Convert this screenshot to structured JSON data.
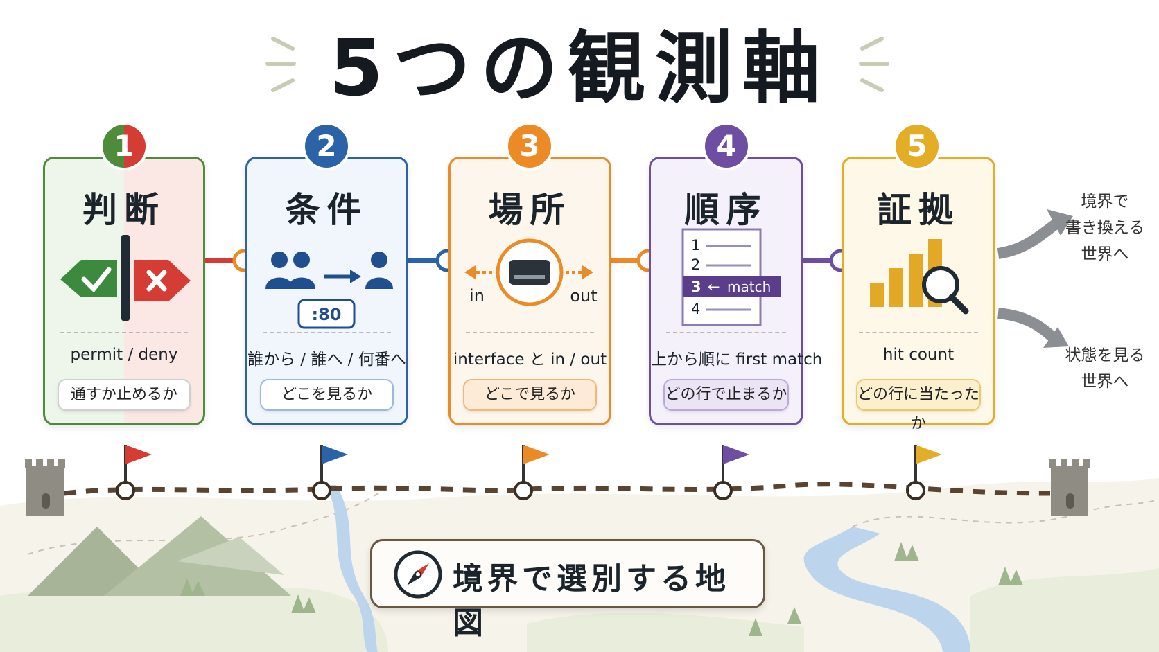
{
  "title": "5つの観測軸",
  "axes": [
    {
      "number": "1",
      "label": "判断",
      "description": "permit / deny",
      "question": "通すか止めるか",
      "color": "#d43c34",
      "color2": "#4e8c3c"
    },
    {
      "number": "2",
      "label": "条件",
      "description": "誰から / 誰へ / 何番へ",
      "question": "どこを見るか",
      "port": ":80",
      "color": "#2a63a8"
    },
    {
      "number": "3",
      "label": "場所",
      "description": "interface と in / out",
      "question": "どこで見るか",
      "in_label": "in",
      "out_label": "out",
      "color": "#ec8a25"
    },
    {
      "number": "4",
      "label": "順序",
      "description": "上から順に first match",
      "question": "どの行で止まるか",
      "lines": [
        "1",
        "2",
        "3",
        "4"
      ],
      "match_label": "match",
      "color": "#6d4ea2"
    },
    {
      "number": "5",
      "label": "証拠",
      "description": "hit count",
      "question": "どの行に当たったか",
      "color": "#e3ad25"
    }
  ],
  "outcomes": [
    {
      "lines": [
        "境界で",
        "書き換える",
        "世界へ"
      ]
    },
    {
      "lines": [
        "状態を見る",
        "世界へ"
      ]
    }
  ],
  "map_label": "境界で選別する地図",
  "icons": [
    "check-icon",
    "cross-icon",
    "people-icon",
    "arrow-right-icon",
    "router-icon",
    "list-icon",
    "bar-chart-icon",
    "magnifier-icon",
    "flag-icon",
    "castle-icon",
    "compass-icon",
    "mountain-icon",
    "tree-icon",
    "river-icon"
  ]
}
